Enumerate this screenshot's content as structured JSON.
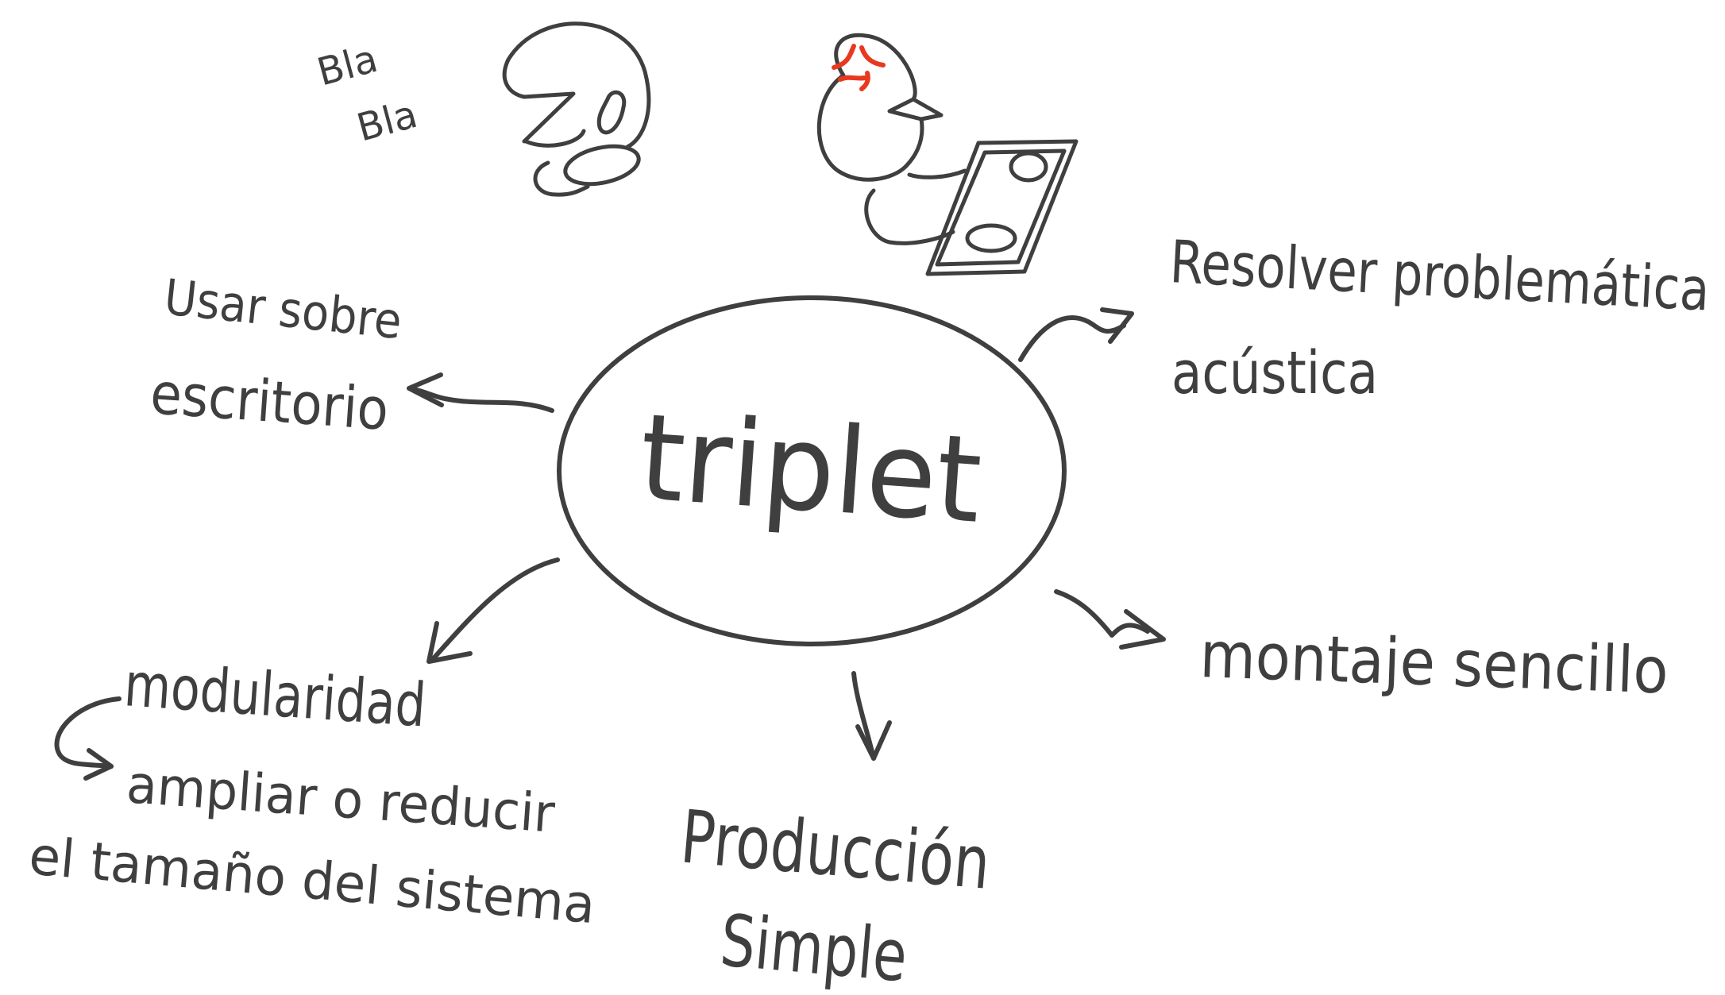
{
  "colors": {
    "ink": "#3f3f3f",
    "accent": "#e8391f",
    "background": "#ffffff"
  },
  "center": {
    "label": "triplet"
  },
  "branches": [
    {
      "id": "resolver",
      "lines": [
        "Resolver problemática",
        "acústica"
      ]
    },
    {
      "id": "montaje",
      "lines": [
        "montaje sencillo"
      ]
    },
    {
      "id": "produccion",
      "lines": [
        "Producción",
        "Simple"
      ]
    },
    {
      "id": "modularidad",
      "lines": [
        "modularidad"
      ]
    },
    {
      "id": "escritorio",
      "lines": [
        "Usar sobre",
        "escritorio"
      ]
    }
  ],
  "modularity_note": {
    "lines": [
      "ampliar o reducir",
      "el tamaño del sistema"
    ]
  },
  "talking_head": {
    "speech": [
      "Bla",
      "Bla"
    ]
  },
  "angry_figure": {
    "icon": "anger-mark-icon"
  }
}
